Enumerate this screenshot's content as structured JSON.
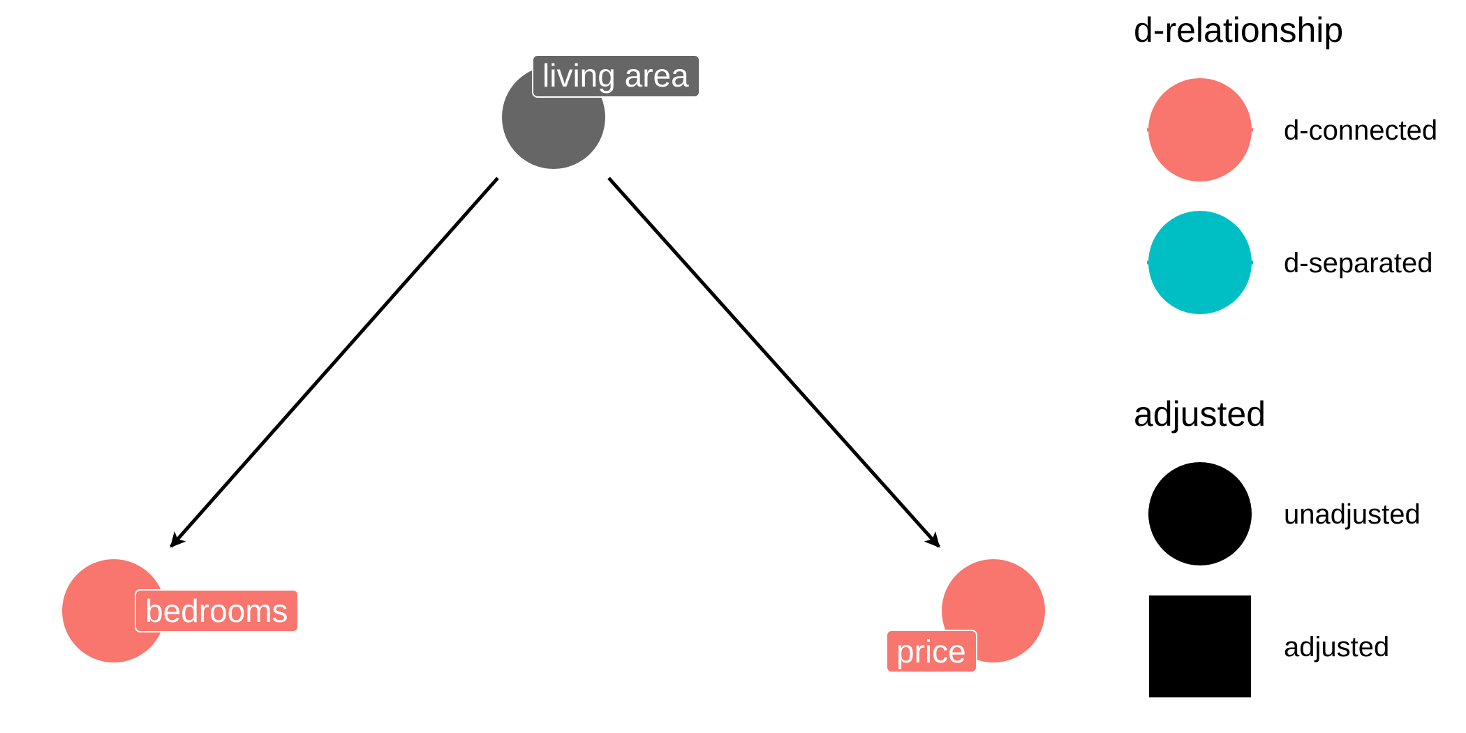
{
  "diagram": {
    "nodes": [
      {
        "id": "living_area",
        "label": "living area",
        "status": "unknown"
      },
      {
        "id": "bedrooms",
        "label": "bedrooms",
        "status": "d-connected"
      },
      {
        "id": "price",
        "label": "price",
        "status": "d-connected"
      }
    ],
    "edges": [
      {
        "from": "living_area",
        "to": "bedrooms"
      },
      {
        "from": "living_area",
        "to": "price"
      }
    ]
  },
  "colors": {
    "d_connected": "#F8766D",
    "d_separated": "#00BFC4",
    "unknown": "#666666",
    "edge": "#000000",
    "label_text": "#ffffff",
    "label_border": "#ffffff"
  },
  "legend": {
    "d_relationship": {
      "title": "d-relationship",
      "items": [
        {
          "label": "d-connected",
          "color": "#F8766D",
          "shape": "circle"
        },
        {
          "label": "d-separated",
          "color": "#00BFC4",
          "shape": "circle"
        }
      ]
    },
    "adjusted": {
      "title": "adjusted",
      "items": [
        {
          "label": "unadjusted",
          "color": "#000000",
          "shape": "circle"
        },
        {
          "label": "adjusted",
          "color": "#000000",
          "shape": "square"
        }
      ]
    }
  }
}
